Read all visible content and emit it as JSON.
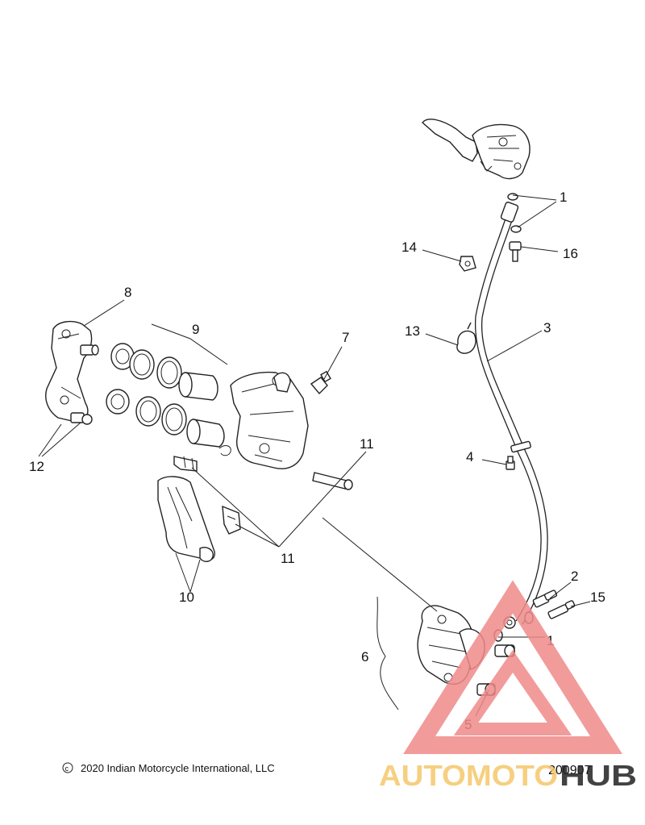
{
  "diagram": {
    "callouts": {
      "c1_top": "1",
      "c1_bottom": "1",
      "c2": "2",
      "c3": "3",
      "c4": "4",
      "c5": "5",
      "c6": "6",
      "c7": "7",
      "c8": "8",
      "c9": "9",
      "c10": "10",
      "c11_top": "11",
      "c11_bottom": "11",
      "c12": "12",
      "c13": "13",
      "c14": "14",
      "c15": "15",
      "c16": "16"
    },
    "copyright": "2020 Indian Motorcycle International, LLC",
    "document_number": "200907"
  },
  "watermark": {
    "brand_part1": "AUTOMOTO",
    "brand_part2": "HUB",
    "color_primary": "#f08a8a",
    "color_secondary": "#f5c76a",
    "color_dark": "#222222"
  }
}
